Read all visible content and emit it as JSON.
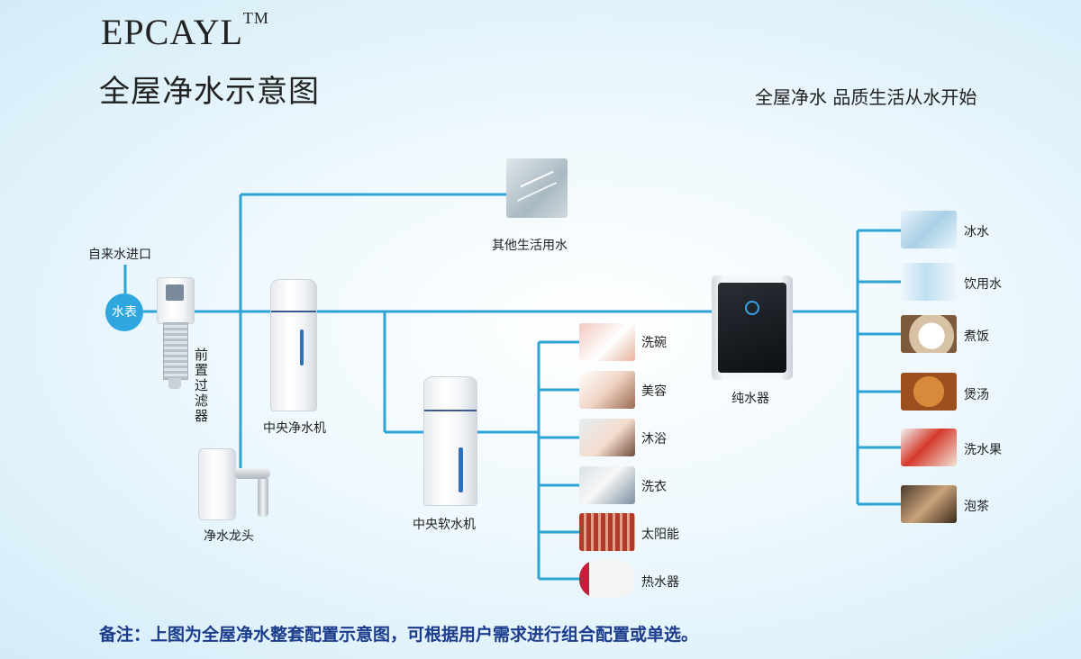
{
  "header": {
    "brand": "EPCAYL",
    "trademark": "TM",
    "title": "全屋净水示意图",
    "slogan": "全屋净水 品质生活从水开始"
  },
  "nodes": {
    "inlet": "自来水进口",
    "meter": "水表",
    "prefilter": "前置过滤器",
    "central_purifier": "中央净水机",
    "tap": "净水龙头",
    "other_water": "其他生活用水",
    "softener": "中央软水机",
    "ro": "纯水器"
  },
  "soft_uses": [
    "洗碗",
    "美容",
    "沐浴",
    "洗衣",
    "太阳能",
    "热水器"
  ],
  "pure_uses": [
    "冰水",
    "饮用水",
    "煮饭",
    "煲汤",
    "洗水果",
    "泡茶"
  ],
  "footer": {
    "note": "备注：上图为全屋净水整套配置示意图，可根据用户需求进行组合配置或单选。"
  },
  "colors": {
    "line": "#2ea3d6",
    "meter": "#2fa6dd",
    "note": "#1b3b8c"
  }
}
